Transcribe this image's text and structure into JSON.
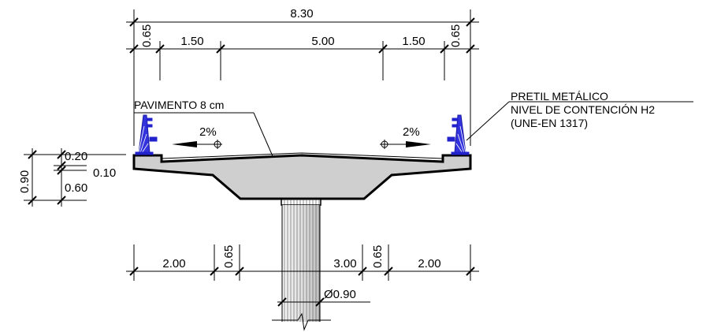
{
  "top_dims": {
    "total": "8.30",
    "edge_left": "0.65",
    "side_left": "1.50",
    "center": "5.00",
    "side_right": "1.50",
    "edge_right": "0.65"
  },
  "left_dims": {
    "total": "0.90",
    "top": "0.20",
    "mid": "0.10",
    "bottom": "0.60"
  },
  "bottom_dims": {
    "left": "2.00",
    "gap_left": "0.65",
    "center": "3.00",
    "gap_right": "0.65",
    "right": "2.00"
  },
  "slope_left": "2%",
  "slope_right": "2%",
  "pavement_label": "PAVIMENTO 8 cm",
  "railing": {
    "line1": "PRETIL METÁLICO",
    "line2": "NIVEL DE CONTENCIÓN H2",
    "line3": "(UNE-EN 1317)"
  },
  "pier_diameter": "Ø0.90",
  "colors": {
    "railing": "#2222cc",
    "deck_fill": "#cfcfcf",
    "line": "#000000"
  }
}
